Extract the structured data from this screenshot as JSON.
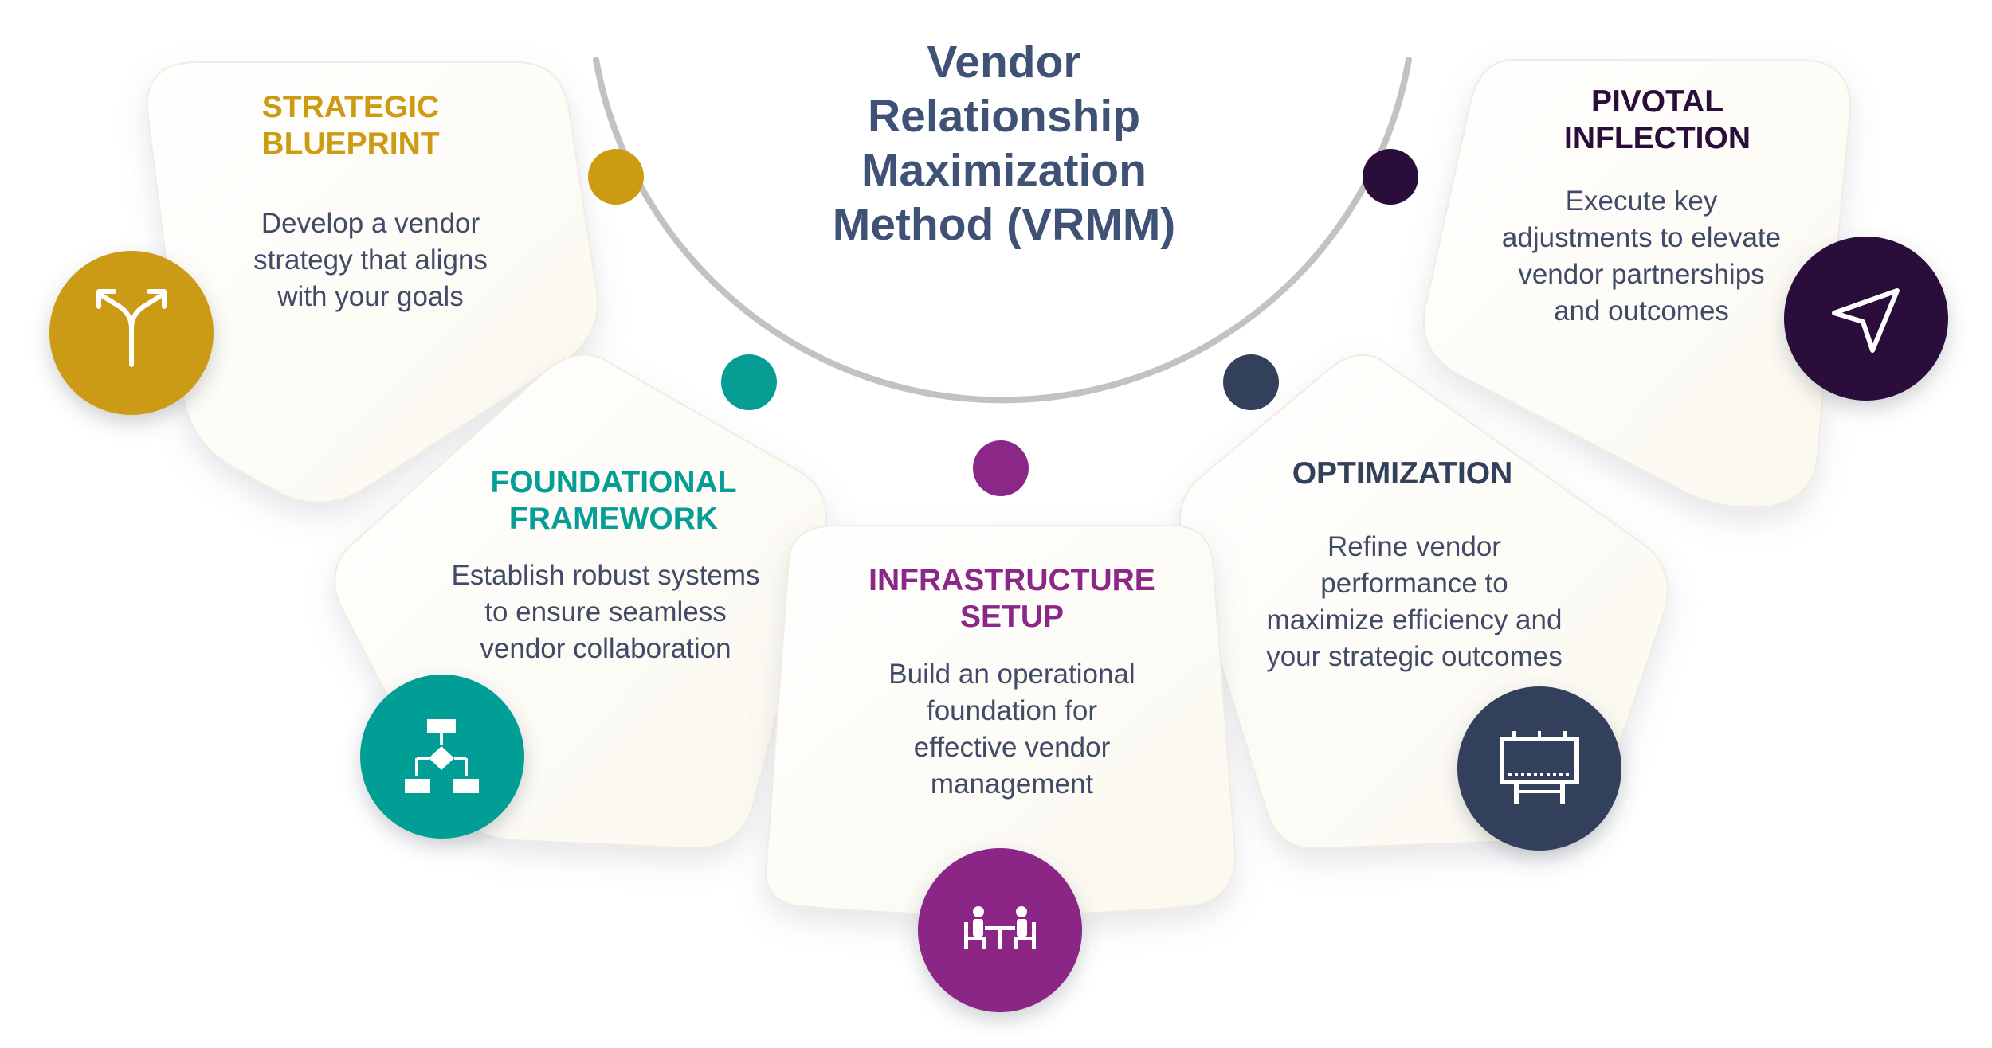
{
  "title": "Vendor Relationship Maximization Method (VRMM)",
  "colors": {
    "gold": "#cc9b12",
    "teal": "#069e94",
    "purple": "#8b2787",
    "slate": "#33405b",
    "plum": "#2a0d3b",
    "arc": "#c2c2c2",
    "title": "#3f5275",
    "body_text": "#414a67"
  },
  "steps": [
    {
      "heading_line1": "STRATEGIC",
      "heading_line2": "BLUEPRINT",
      "description_lines": [
        "Develop a vendor",
        "strategy that aligns",
        "with your goals"
      ],
      "icon": "branching-arrows-icon",
      "color": "#cc9b12"
    },
    {
      "heading_line1": "FOUNDATIONAL",
      "heading_line2": "FRAMEWORK",
      "description_lines": [
        "Establish robust systems",
        "to ensure seamless",
        "vendor collaboration"
      ],
      "icon": "flowchart-icon",
      "color": "#069e94"
    },
    {
      "heading_line1": "INFRASTRUCTURE",
      "heading_line2": "SETUP",
      "description_lines": [
        "Build an operational",
        "foundation for",
        "effective vendor",
        "management"
      ],
      "icon": "meeting-table-icon",
      "color": "#8b2787"
    },
    {
      "heading_line1": "OPTIMIZATION",
      "heading_line2": "",
      "description_lines": [
        "Refine vendor",
        "performance to",
        "maximize efficiency and",
        "your strategic outcomes"
      ],
      "icon": "billboard-icon",
      "color": "#33405b"
    },
    {
      "heading_line1": "PIVOTAL",
      "heading_line2": "INFLECTION",
      "description_lines": [
        "Execute key",
        "adjustments to elevate",
        "vendor partnerships",
        "and outcomes"
      ],
      "icon": "navigation-arrow-icon",
      "color": "#2a0d3b"
    }
  ]
}
